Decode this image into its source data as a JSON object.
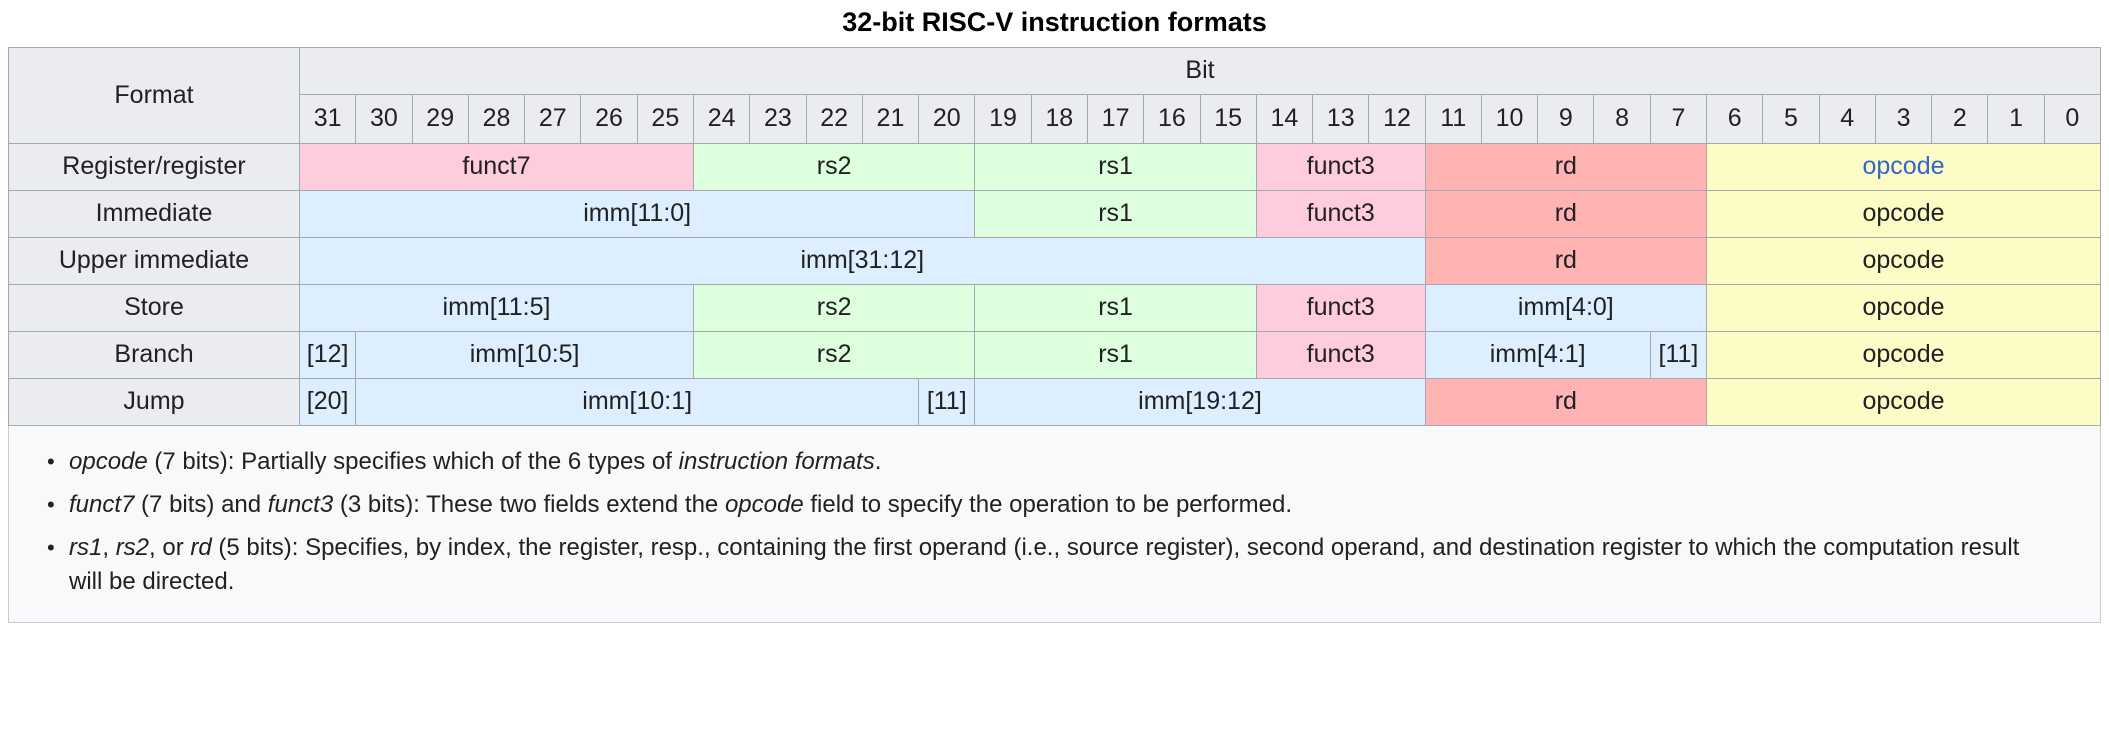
{
  "caption": "32-bit RISC-V instruction formats",
  "header": {
    "format_label": "Format",
    "bit_label": "Bit",
    "bits": [
      "31",
      "30",
      "29",
      "28",
      "27",
      "26",
      "25",
      "24",
      "23",
      "22",
      "21",
      "20",
      "19",
      "18",
      "17",
      "16",
      "15",
      "14",
      "13",
      "12",
      "11",
      "10",
      "9",
      "8",
      "7",
      "6",
      "5",
      "4",
      "3",
      "2",
      "1",
      "0"
    ]
  },
  "colors": {
    "funct7": "#ffccdd",
    "funct3": "#ffccdd",
    "rs": "#ddffdd",
    "rd": "#ffb3b3",
    "opcode": "#fdfcc7",
    "imm": "#ddeeff",
    "header_bg": "#eaecf0",
    "border": "#a2a9b1",
    "link": "#3366cc",
    "notes_bg": "#f8f9fa"
  },
  "rows": [
    {
      "label": "Register/register",
      "cells": [
        {
          "text": "funct7",
          "span": 7,
          "style": "funct7"
        },
        {
          "text": "rs2",
          "span": 5,
          "style": "rs"
        },
        {
          "text": "rs1",
          "span": 5,
          "style": "rs"
        },
        {
          "text": "funct3",
          "span": 3,
          "style": "funct3"
        },
        {
          "text": "rd",
          "span": 5,
          "style": "rd"
        },
        {
          "text": "opcode",
          "span": 7,
          "style": "opcode",
          "link": true
        }
      ]
    },
    {
      "label": "Immediate",
      "cells": [
        {
          "text": "imm[11:0]",
          "span": 12,
          "style": "imm"
        },
        {
          "text": "rs1",
          "span": 5,
          "style": "rs"
        },
        {
          "text": "funct3",
          "span": 3,
          "style": "funct3"
        },
        {
          "text": "rd",
          "span": 5,
          "style": "rd"
        },
        {
          "text": "opcode",
          "span": 7,
          "style": "opcode"
        }
      ]
    },
    {
      "label": "Upper immediate",
      "cells": [
        {
          "text": "imm[31:12]",
          "span": 20,
          "style": "imm"
        },
        {
          "text": "rd",
          "span": 5,
          "style": "rd"
        },
        {
          "text": "opcode",
          "span": 7,
          "style": "opcode"
        }
      ]
    },
    {
      "label": "Store",
      "cells": [
        {
          "text": "imm[11:5]",
          "span": 7,
          "style": "imm"
        },
        {
          "text": "rs2",
          "span": 5,
          "style": "rs"
        },
        {
          "text": "rs1",
          "span": 5,
          "style": "rs"
        },
        {
          "text": "funct3",
          "span": 3,
          "style": "funct3"
        },
        {
          "text": "imm[4:0]",
          "span": 5,
          "style": "imm"
        },
        {
          "text": "opcode",
          "span": 7,
          "style": "opcode"
        }
      ]
    },
    {
      "label": "Branch",
      "cells": [
        {
          "text": "[12]",
          "span": 1,
          "style": "imm",
          "tiny": true
        },
        {
          "text": "imm[10:5]",
          "span": 6,
          "style": "imm"
        },
        {
          "text": "rs2",
          "span": 5,
          "style": "rs"
        },
        {
          "text": "rs1",
          "span": 5,
          "style": "rs"
        },
        {
          "text": "funct3",
          "span": 3,
          "style": "funct3"
        },
        {
          "text": "imm[4:1]",
          "span": 4,
          "style": "imm"
        },
        {
          "text": "[11]",
          "span": 1,
          "style": "imm",
          "tiny": true
        },
        {
          "text": "opcode",
          "span": 7,
          "style": "opcode"
        }
      ]
    },
    {
      "label": "Jump",
      "cells": [
        {
          "text": "[20]",
          "span": 1,
          "style": "imm",
          "tiny": true
        },
        {
          "text": "imm[10:1]",
          "span": 10,
          "style": "imm"
        },
        {
          "text": "[11]",
          "span": 1,
          "style": "imm",
          "tiny": true
        },
        {
          "text": "imm[19:12]",
          "span": 8,
          "style": "imm"
        },
        {
          "text": "rd",
          "span": 5,
          "style": "rd"
        },
        {
          "text": "opcode",
          "span": 7,
          "style": "opcode"
        }
      ]
    }
  ],
  "notes": [
    [
      {
        "t": "opcode",
        "i": true
      },
      {
        "t": " (7 bits): Partially specifies which of the 6 types of "
      },
      {
        "t": "instruction formats",
        "i": true
      },
      {
        "t": "."
      }
    ],
    [
      {
        "t": "funct7",
        "i": true
      },
      {
        "t": " (7 bits) and "
      },
      {
        "t": "funct3",
        "i": true
      },
      {
        "t": " (3 bits): These two fields extend the "
      },
      {
        "t": "opcode",
        "i": true
      },
      {
        "t": " field to specify the operation to be performed."
      }
    ],
    [
      {
        "t": "rs1",
        "i": true
      },
      {
        "t": ", "
      },
      {
        "t": "rs2",
        "i": true
      },
      {
        "t": ", or "
      },
      {
        "t": "rd",
        "i": true
      },
      {
        "t": " (5 bits): Specifies, by index, the register, resp., containing the first operand (i.e., source register), second operand, and destination register to which the computation result will be directed."
      }
    ]
  ]
}
